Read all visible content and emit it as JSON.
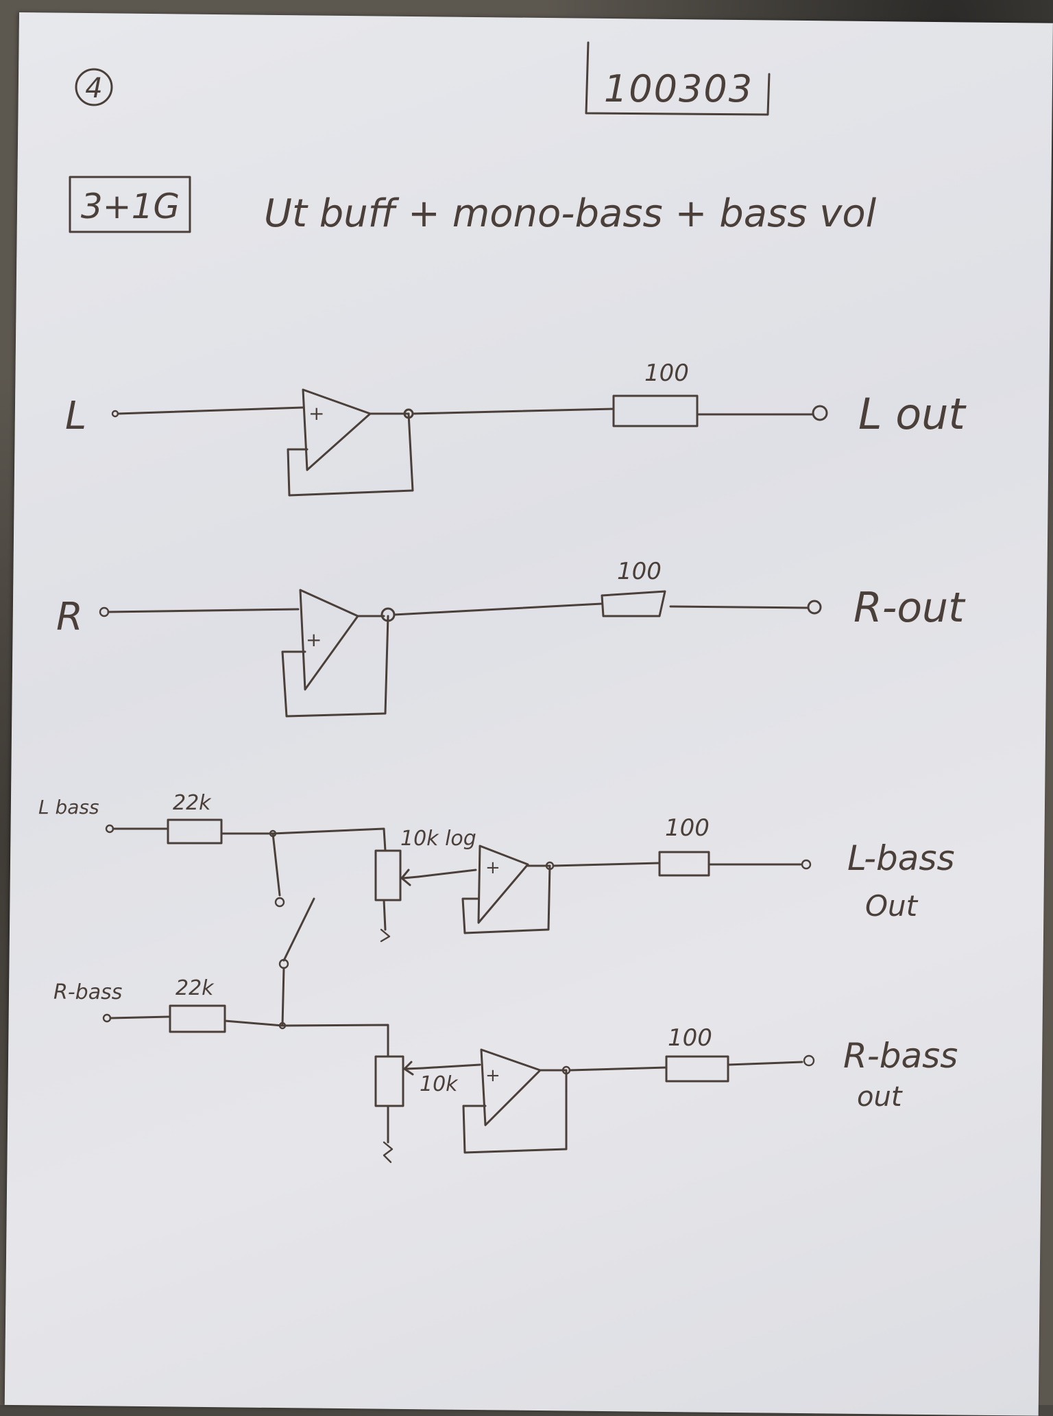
{
  "header": {
    "page_number": "4",
    "doc_code": "100303",
    "section_code": "3+1G",
    "title": "Ut buff + mono-bass + bass vol"
  },
  "stage_L": {
    "input": "L",
    "resistor": "100",
    "output": "L out"
  },
  "stage_R": {
    "input": "R",
    "resistor": "100",
    "output": "R-out"
  },
  "stage_Lbass": {
    "input": "L bass",
    "series_resistor": "22k",
    "pot": "10k log",
    "resistor": "100",
    "output_line1": "L-bass",
    "output_line2": "Out"
  },
  "stage_Rbass": {
    "input": "R-bass",
    "series_resistor": "22k",
    "pot": "10k",
    "resistor": "100",
    "output_line1": "R-bass",
    "output_line2": "out"
  },
  "colors": {
    "ink": "#4a3f39",
    "paper": "#e3e4e8",
    "background": "#5c574f"
  }
}
